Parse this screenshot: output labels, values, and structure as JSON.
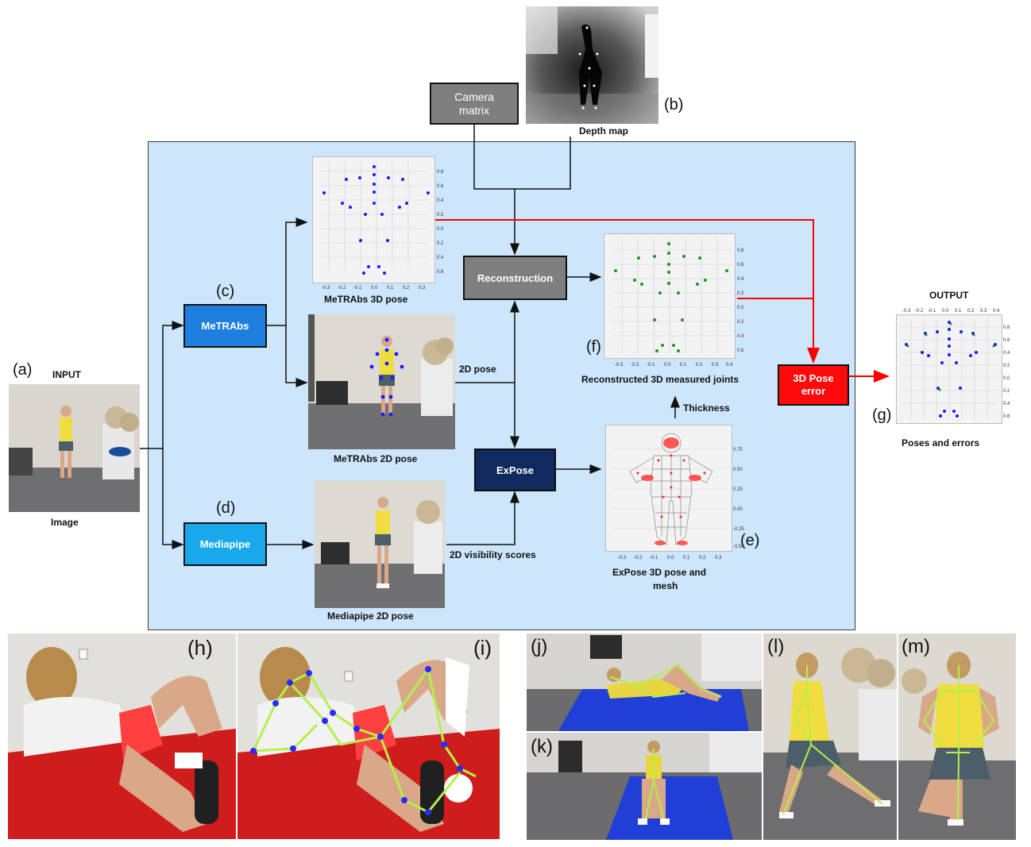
{
  "diagram": {
    "nodes": {
      "camera_matrix": "Camera\nmatrix",
      "reconstruction": "Reconstruction",
      "metrabs": "MeTRAbs",
      "mediapipe": "Mediapipe",
      "expose": "ExPose",
      "pose_error": "3D Pose\nerror"
    },
    "labels": {
      "input": "INPUT",
      "image": "Image",
      "depth_map": "Depth map",
      "metrabs_3d": "MeTRAbs  3D pose",
      "metrabs_2d": "MeTRAbs  2D pose",
      "mediapipe_2d": "Mediapipe  2D pose",
      "reconstructed": "Reconstructed  3D measured joints",
      "expose_3d": "ExPose  3D pose and",
      "expose_3d_line2": "mesh",
      "output": "OUTPUT",
      "poses_errors": "Poses and errors",
      "pose_2d": "2D pose",
      "visibility": "2D visibility  scores",
      "thickness": "Thickness"
    },
    "tags": {
      "a": "(a)",
      "b": "(b)",
      "c": "(c)",
      "d": "(d)",
      "e": "(e)",
      "f": "(f)",
      "g": "(g)",
      "h": "(h)",
      "i": "(i)",
      "j": "(j)",
      "k": "(k)",
      "l": "(l)",
      "m": "(m)"
    },
    "colors": {
      "panel": "#cde6fb",
      "error_arrow": "#ff0000",
      "metrabs_points": "#1a1aff",
      "reconstructed_points": "#1a9a1a",
      "expose_points": "#ff2020"
    },
    "ticks": {
      "vertical": [
        "0.8",
        "0.6",
        "0.4",
        "0.2",
        "0.0",
        "0.2",
        "0.4",
        "0.6"
      ],
      "horizontal": [
        "-0.3",
        "-0.2",
        "-0.1",
        "0.0",
        "0.1",
        "0.2",
        "0.3",
        "0.4"
      ],
      "expose_vertical": [
        "0.75",
        "0.50",
        "0.25",
        "0.00",
        "-0.25",
        "-0.50"
      ],
      "expose_horizontal": [
        "-0.3",
        "-0.2",
        "-0.1",
        "0.0",
        "0.1",
        "0.2",
        "0.3"
      ]
    }
  }
}
